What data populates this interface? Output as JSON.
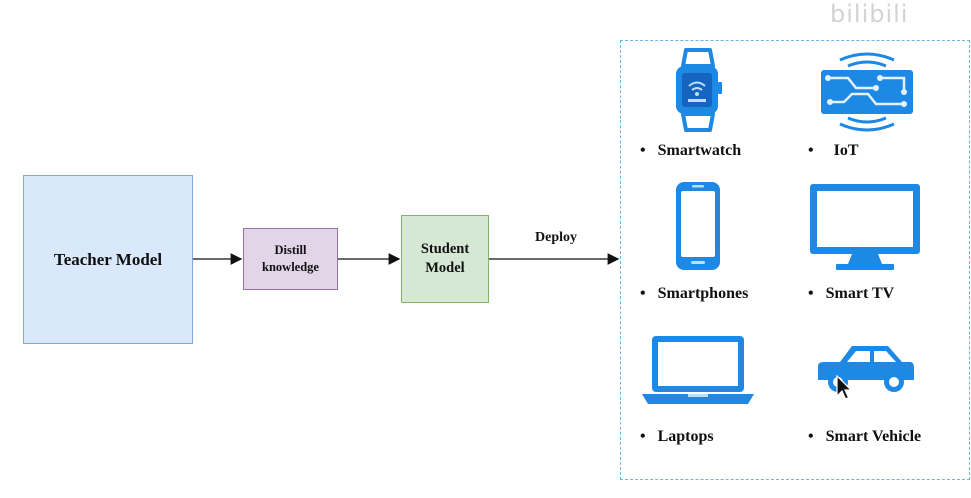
{
  "teacher": {
    "label": "Teacher Model"
  },
  "distill": {
    "line1": "Distill",
    "line2": "knowledge"
  },
  "student": {
    "line1": "Student",
    "line2": "Model"
  },
  "deploy": {
    "label": "Deploy"
  },
  "devices": [
    {
      "label": "Smartwatch",
      "icon": "smartwatch-icon"
    },
    {
      "label": "IoT",
      "icon": "iot-chip-icon"
    },
    {
      "label": "Smartphones",
      "icon": "smartphone-icon"
    },
    {
      "label": "Smart TV",
      "icon": "tv-icon"
    },
    {
      "label": "Laptops",
      "icon": "laptop-icon"
    },
    {
      "label": "Smart Vehicle",
      "icon": "car-icon"
    }
  ],
  "watermark": {
    "text": "bilibili"
  },
  "colors": {
    "teacher_fill": "#dae8fc",
    "teacher_stroke": "#7ea6e0",
    "distill_fill": "#e1d5e7",
    "distill_stroke": "#9673a6",
    "student_fill": "#d5e8d4",
    "student_stroke": "#82b366",
    "device_blue": "#1e88e5",
    "panel_border": "#6fb3e0"
  }
}
